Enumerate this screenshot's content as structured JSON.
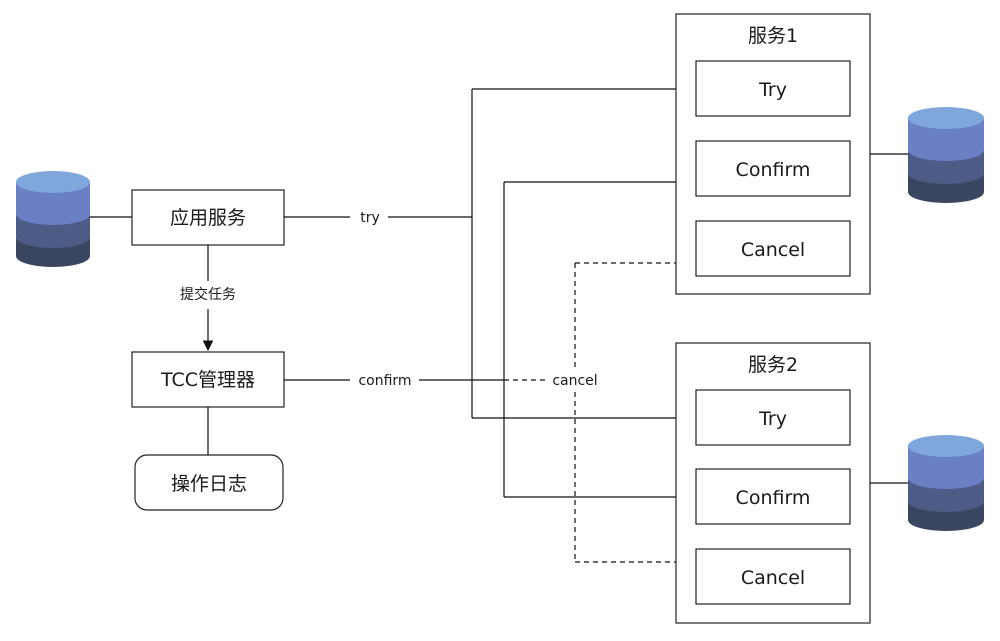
{
  "app_service": {
    "label": "应用服务"
  },
  "tcc_manager": {
    "label": "TCC管理器"
  },
  "op_log": {
    "label": "操作日志"
  },
  "edges": {
    "submit_task": "提交任务",
    "try": "try",
    "confirm": "confirm",
    "cancel": "cancel"
  },
  "service1": {
    "title": "服务1",
    "try_label": "Try",
    "confirm_label": "Confirm",
    "cancel_label": "Cancel"
  },
  "service2": {
    "title": "服务2",
    "try_label": "Try",
    "confirm_label": "Confirm",
    "cancel_label": "Cancel"
  },
  "colors": {
    "db_top": "#7fa7dc",
    "db_layer2": "#6a7fc4",
    "db_layer3": "#4d5c86",
    "db_bottom": "#3a4560"
  }
}
